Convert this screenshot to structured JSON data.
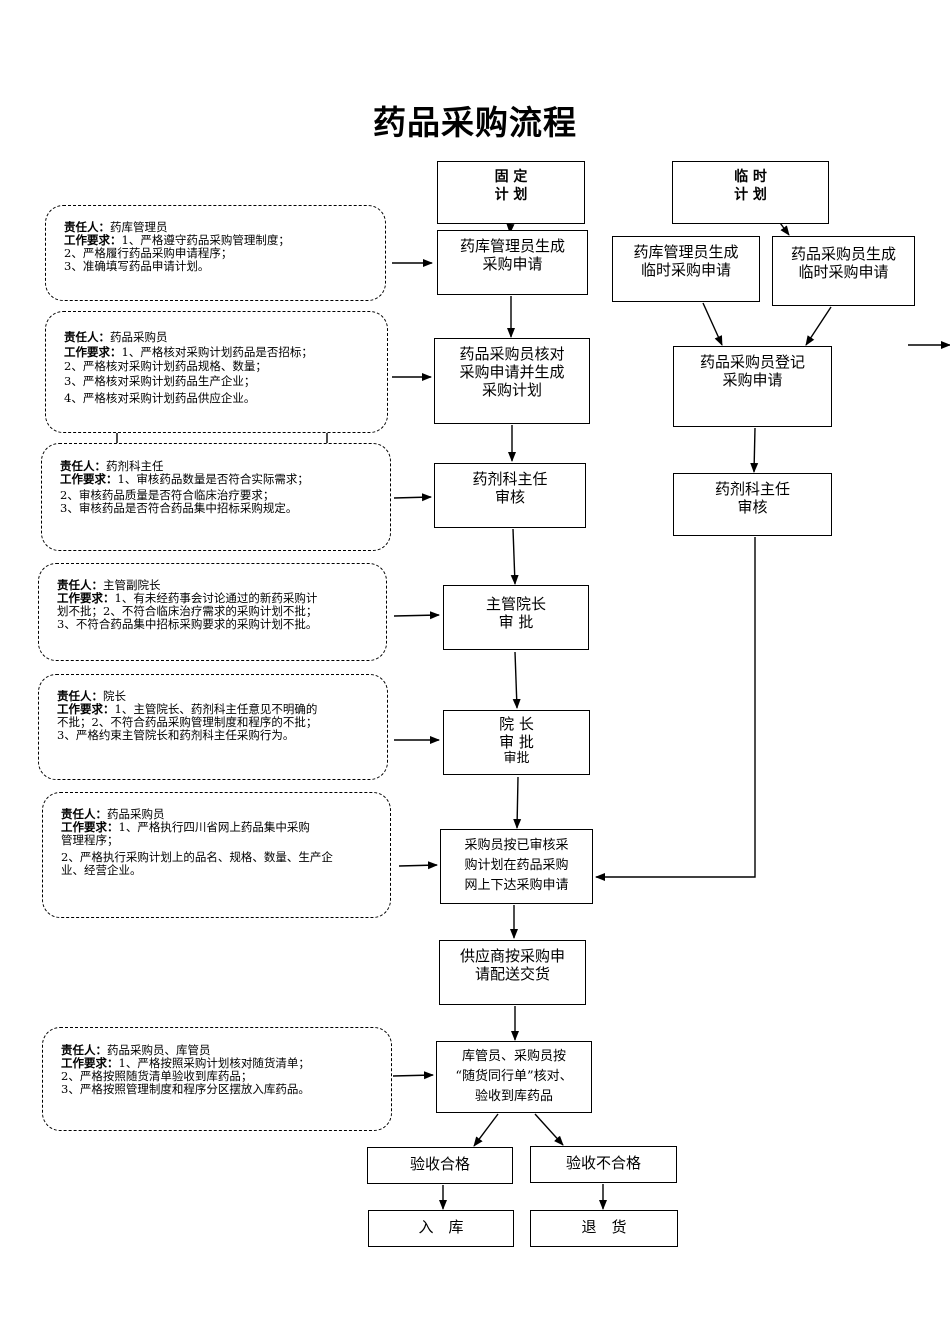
{
  "title": "药品采购流程",
  "plan_fixed": [
    "固 定",
    "计 划"
  ],
  "plan_temp": [
    "临 时",
    "计 划"
  ],
  "main": [
    [
      "药库管理员生成",
      "采购申请"
    ],
    [
      "药品采购员核对",
      "采购申请并生成",
      "采购计划"
    ],
    [
      "药剂科主任",
      "审核"
    ],
    [
      "主管院长",
      "审 批"
    ],
    [
      "院 长",
      "审 批",
      "审批"
    ],
    [
      "采购员按已审核采",
      "购计划在药品采购",
      "网上下达采购申请"
    ],
    [
      "供应商按采购申",
      "请配送交货"
    ],
    [
      "库管员、采购员按",
      "“随货同行单”核对、",
      "验收到库药品"
    ]
  ],
  "temp": {
    "keeper": [
      "药库管理员生成",
      "临时采购申请"
    ],
    "buyer": [
      "药品采购员生成",
      "临时采购申请"
    ],
    "register": [
      "药品采购员登记",
      "采购申请"
    ],
    "director": [
      "药剂科主任",
      "审核"
    ]
  },
  "outcomes": {
    "pass": "验收合格",
    "fail": "验收不合格",
    "stock": "入　库",
    "return": "退　货"
  },
  "labels": {
    "person": "责任人：",
    "req": "工作要求："
  },
  "notes": [
    {
      "person": "药库管理员",
      "req": "1、严格遵守药品采购管理制度；",
      "lines": [
        "2、严格履行药品采购申请程序；",
        "3、准确填写药品申请计划。"
      ]
    },
    {
      "person": "药品采购员",
      "req": "1、严格核对采购计划药品是否招标；",
      "lines": [
        "2、严格核对采购计划药品规格、数量；",
        "3、严格核对采购计划药品生产企业；",
        "4、严格核对采购计划药品供应企业。"
      ]
    },
    {
      "person": "药剂科主任",
      "req": "1、审核药品数量是否符合实际需求；",
      "lines": [
        "2、审核药品质量是否符合临床治疗要求；",
        "3、审核药品是否符合药品集中招标采购规定。"
      ]
    },
    {
      "person": "主管副院长",
      "req": "1、有未经药事会讨论通过的新药采购计",
      "lines": [
        "划不批；2、不符合临床治疗需求的采购计划不批；",
        "3、不符合药品集中招标采购要求的采购计划不批。"
      ]
    },
    {
      "person": "院长",
      "req": "1、主管院长、药剂科主任意见不明确的",
      "lines": [
        "不批；2、不符合药品采购管理制度和程序的不批；",
        "3、严格约束主管院长和药剂科主任采购行为。"
      ]
    },
    {
      "person": "药品采购员",
      "req": "1、严格执行四川省网上药品集中采购",
      "lines": [
        "管理程序；",
        "2、严格执行采购计划上的品名、规格、数量、生产企",
        "业、经营企业。"
      ]
    },
    {
      "person": "药品采购员、库管员",
      "req": "1、严格按照采购计划核对随货清单；",
      "lines": [
        "2、严格按照随货清单验收到库药品；",
        "3、严格按照管理制度和程序分区摆放入库药品。"
      ]
    }
  ]
}
